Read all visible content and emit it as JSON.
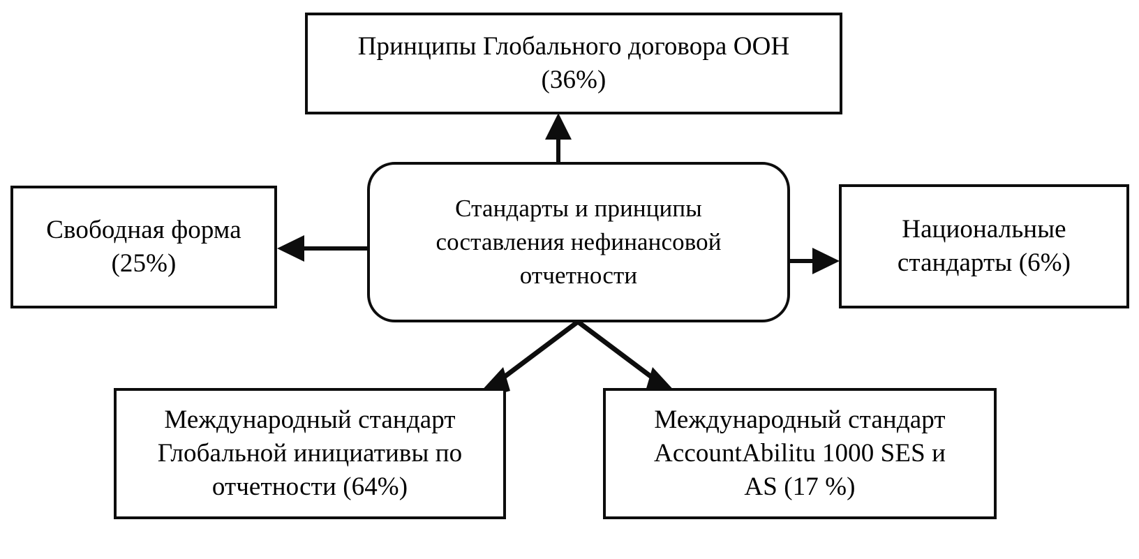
{
  "diagram": {
    "type": "hub-and-spoke flowchart",
    "center": {
      "id": "center",
      "text": "Стандарты и принципы\nсоставления нефинансовой\nотчетности",
      "shape": "rounded-rectangle"
    },
    "nodes": [
      {
        "id": "top",
        "text": "Принципы Глобального договора ООН\n(36%)",
        "percent": "36%",
        "shape": "rectangle",
        "direction": "up"
      },
      {
        "id": "left",
        "text": "Свободная форма\n(25%)",
        "percent": "25%",
        "shape": "rectangle",
        "direction": "left"
      },
      {
        "id": "right",
        "text": "Национальные\nстандарты (6%)",
        "percent": "6%",
        "shape": "rectangle",
        "direction": "right"
      },
      {
        "id": "bottom-left",
        "text": "Международный стандарт\nГлобальной инициативы по\nотчетности (64%)",
        "percent": "64%",
        "shape": "rectangle",
        "direction": "down-left"
      },
      {
        "id": "bottom-right",
        "text": "Международный стандарт\nAccountAbilitu 1000 SES и\nAS (17 %)",
        "percent": "17 %",
        "shape": "rectangle",
        "direction": "down-right"
      }
    ],
    "edges": [
      {
        "id": "edge-center-to-top",
        "from": "center",
        "to": "top",
        "arrow": "arrowhead-up"
      },
      {
        "id": "edge-center-to-left",
        "from": "center",
        "to": "left",
        "arrow": "arrowhead-left"
      },
      {
        "id": "edge-center-to-right",
        "from": "center",
        "to": "right",
        "arrow": "arrowhead-right"
      },
      {
        "id": "edge-center-to-bottom-left",
        "from": "center",
        "to": "bottom-left",
        "arrow": "arrowhead-down-left"
      },
      {
        "id": "edge-center-to-bottom-right",
        "from": "center",
        "to": "bottom-right",
        "arrow": "arrowhead-down-right"
      }
    ],
    "colors": {
      "stroke": "#0d0d0d",
      "fill": "#ffffff",
      "text": "#000000"
    }
  }
}
